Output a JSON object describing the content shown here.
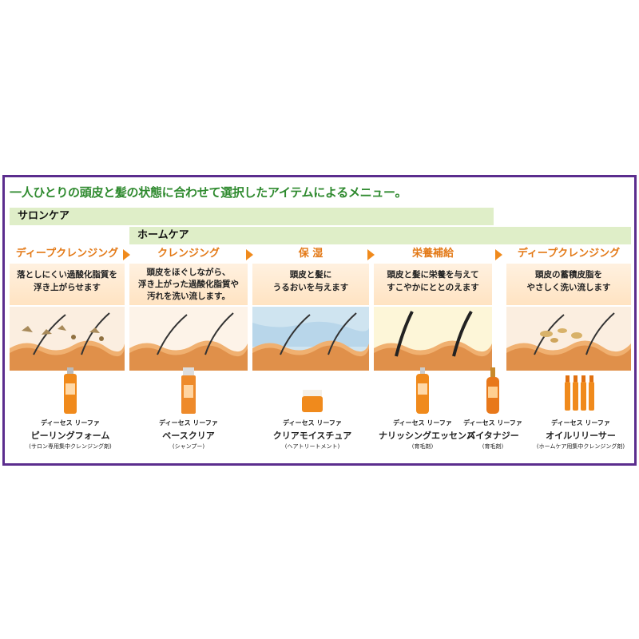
{
  "headline": "一人ひとりの頭皮と髪の状態に合わせて選択したアイテムによるメニュー。",
  "salon_care": "サロンケア",
  "home_care": "ホームケア",
  "colors": {
    "border": "#5b2d8e",
    "band": "#dfeec8",
    "accent": "#e37916",
    "headline": "#2f8a2f"
  },
  "steps": [
    {
      "title": "ディープクレンジング",
      "desc": [
        "落としにくい過酸化脂質を",
        "浮き上がらせます"
      ]
    },
    {
      "title": "クレンジング",
      "desc": [
        "頭皮をほぐしながら、",
        "浮き上がった過酸化脂質や",
        "汚れを洗い流します。"
      ]
    },
    {
      "title": "保 湿",
      "desc": [
        "頭皮と髪に",
        "うるおいを与えます"
      ]
    },
    {
      "title": "栄養補給",
      "desc": [
        "頭皮と髪に栄養を与えて",
        "すこやかにととのえます"
      ]
    },
    {
      "title": "ディープクレンジング",
      "desc": [
        "頭皮の蓄積皮脂を",
        "やさしく洗い流します"
      ]
    }
  ],
  "products": [
    {
      "brand": "ディーセス リーファ",
      "name": "ピーリングフォーム",
      "note": "(サロン専用集中クレンジング剤)",
      "icon": "tall-bottle-icon"
    },
    {
      "brand": "ディーセス リーファ",
      "name": "ベースクリア",
      "note": "(シャンプー)",
      "icon": "shampoo-bottle-icon"
    },
    {
      "brand": "ディーセス リーファ",
      "name": "クリアモイスチュア",
      "note": "(ヘアトリートメント)",
      "icon": "jar-icon"
    },
    {
      "brand": "ディーセス リーファ",
      "name": "ナリッシングエッセンス",
      "note": "(育毛剤)",
      "icon": "spray-bottle-icon"
    },
    {
      "brand": "ディーセス リーファ",
      "name": "バイタナジー",
      "note": "(育毛剤)",
      "icon": "dropper-bottle-icon"
    },
    {
      "brand": "ディーセス リーファ",
      "name": "オイルリリーサー",
      "note": "(ホームケア用集中クレンジング剤)",
      "icon": "ampoules-icon"
    }
  ]
}
